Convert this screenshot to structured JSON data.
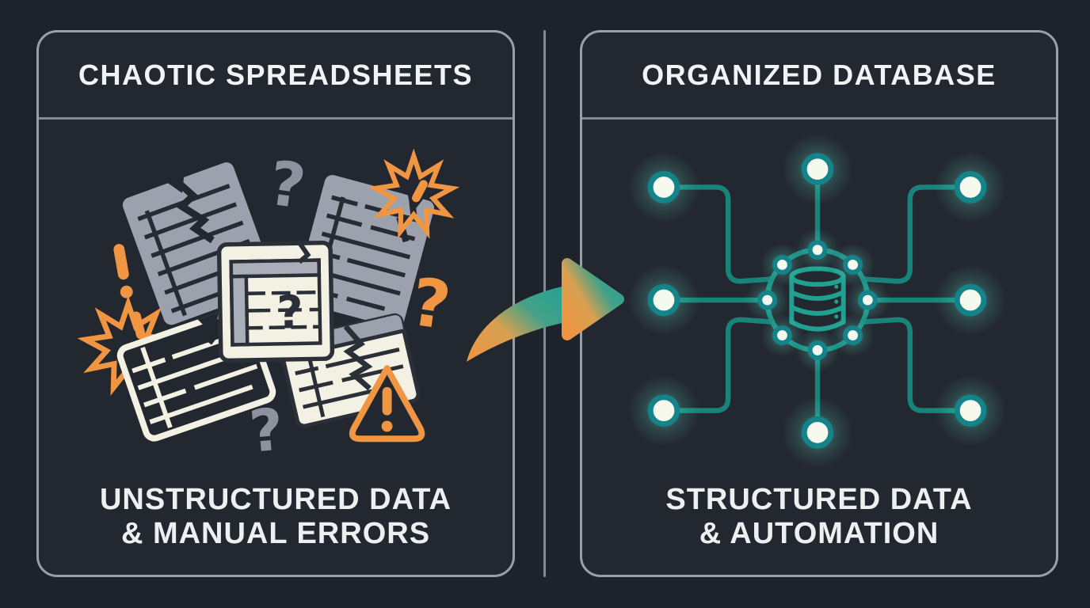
{
  "left_panel": {
    "title": "CHAOTIC SPREADSHEETS",
    "caption_line1": "UNSTRUCTURED DATA",
    "caption_line2": "& MANUAL ERRORS",
    "illustration": "broken spreadsheets with cracks, question marks, exclamation bursts and a warning triangle"
  },
  "right_panel": {
    "title": "ORGANIZED DATABASE",
    "caption_line1": "STRUCTURED DATA",
    "caption_line2": "& AUTOMATION",
    "illustration": "central database cylinder in a ring hub connected to eight glowing network nodes"
  },
  "transition_arrow": {
    "direction": "left-to-right",
    "gradient_from": "#f09440",
    "gradient_to": "#2ba192"
  },
  "glyphs": {
    "question_mark": "?",
    "exclamation_mark": "!"
  },
  "colors": {
    "background": "#1e222a",
    "panel_background": "#23272f",
    "panel_border": "#9aa0a8",
    "divider": "#838994",
    "heading_text": "#f2f3f5",
    "caption_text": "#edeff1",
    "accent_orange": "#f09541",
    "accent_teal": "#17837b",
    "teal_bright": "#20a091",
    "icon_gray": "#9ba1ad",
    "icon_cream": "#f3f0e4",
    "node_fill": "#f5f9ee",
    "ink_dark": "#272b34"
  }
}
